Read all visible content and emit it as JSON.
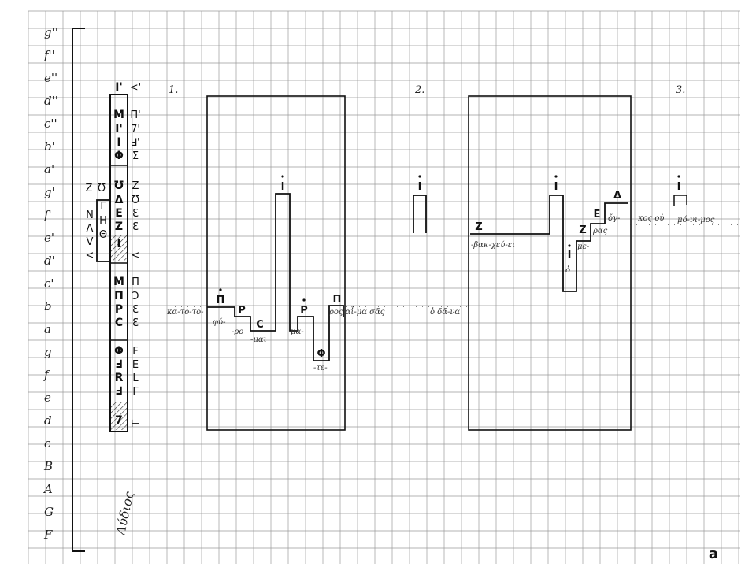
{
  "pitch_labels": [
    "g''",
    "f''",
    "e''",
    "d''",
    "c''",
    "b'",
    "a'",
    "g'",
    "f'",
    "e'",
    "d'",
    "c'",
    "b",
    "a",
    "g",
    "f",
    "e",
    "d",
    "c",
    "B",
    "A",
    "G",
    "F"
  ],
  "panel_numbers": [
    "1.",
    "2.",
    "3."
  ],
  "column_letters": [
    "Ι'",
    "Μ",
    "Ι'",
    "Ι",
    "Φ",
    "Ʊ",
    "Δ",
    "Ε",
    "Ζ",
    "Ι",
    "Μ",
    "Π",
    "Ρ",
    "C",
    "Φ",
    "Ⅎ",
    "R",
    "Ⅎ",
    "7"
  ],
  "left_letters": [
    "Ζ",
    "Ʊ",
    "Γ",
    "Η",
    "Θ",
    "Ν",
    "Λ",
    "V",
    "<"
  ],
  "right_signs": [
    "<'",
    "Π'",
    "7'",
    "Ⅎ'",
    "Ʃ",
    "Ζ",
    "Ʊ",
    "Ɛ",
    "Ɛ",
    "<",
    "Π",
    "Ↄ",
    "Ɛ",
    "Ɛ",
    "F",
    "E",
    "L",
    "Γ",
    "⊢"
  ],
  "column_caption": "Λύδιος",
  "melody1": {
    "notes": [
      "Π",
      "Ρ",
      "C",
      "Ι",
      "Ρ",
      "Φ",
      "Π"
    ],
    "lyrics": [
      "κα-το-το-",
      "φύ-",
      "-ρο",
      "-μαι",
      "μα-",
      "-τε-",
      "ρος αἷ-μα σᾶς",
      "ὁ δᾶ-να"
    ]
  },
  "melody2": {
    "notes": [
      "Ι",
      "Ζ",
      "Ι",
      "Ι"
    ],
    "lyrics": [
      "-βακ-χεύ-ει",
      "ὁ"
    ]
  },
  "melody3": {
    "notes": [
      "Ζ",
      "Ε",
      "Δ",
      "Ι",
      "Ι"
    ],
    "lyrics": [
      "με-",
      "ρας",
      "ὄγ-",
      "κος οὐ",
      "μό-νι-μος"
    ]
  },
  "figure_letter": "a"
}
